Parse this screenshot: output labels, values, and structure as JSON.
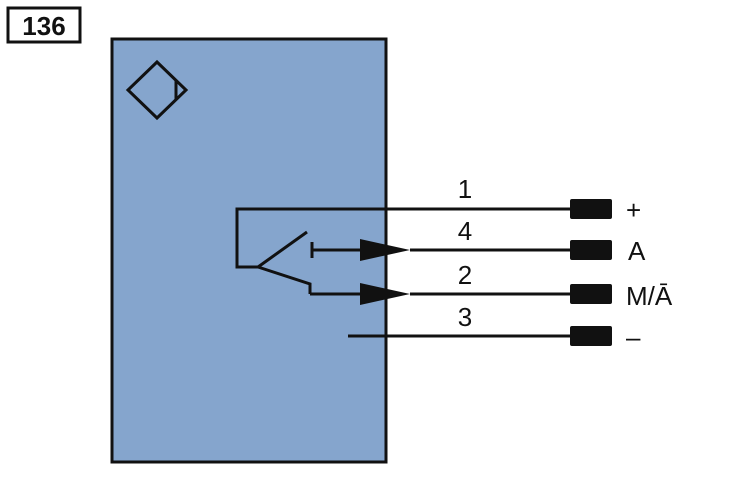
{
  "figure_number": "136",
  "colors": {
    "housing_fill": "#85A5CD",
    "line": "#111111",
    "background": "#ffffff"
  },
  "symbol": "inductive-sensor-diamond-icon",
  "leads": [
    {
      "wire_number": "1",
      "terminal_label": "+"
    },
    {
      "wire_number": "4",
      "terminal_label": "A"
    },
    {
      "wire_number": "2",
      "terminal_label": "M/Ā"
    },
    {
      "wire_number": "3",
      "terminal_label": "–"
    }
  ]
}
